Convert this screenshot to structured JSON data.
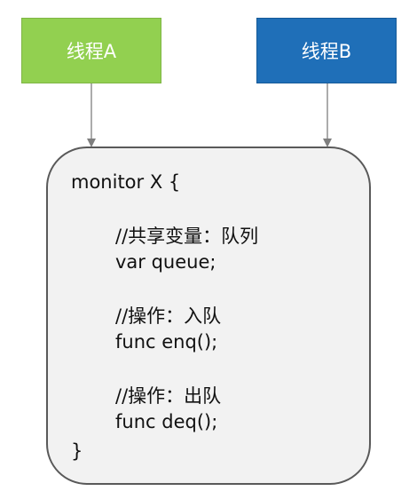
{
  "threads": {
    "a_label": "线程A",
    "b_label": "线程B"
  },
  "monitor": {
    "header": "monitor X {",
    "shared_comment": "//共享变量：队列",
    "var_decl": "var queue;",
    "enq_comment": "//操作：入队",
    "enq_func": "func enq();",
    "deq_comment": "//操作：出队",
    "deq_func": "func deq();",
    "closing": "}"
  },
  "colors": {
    "thread_a": "#92d050",
    "thread_b": "#1f6fb8",
    "monitor_fill": "#f2f2f2",
    "monitor_border": "#595959",
    "arrow": "#7f7f7f"
  }
}
